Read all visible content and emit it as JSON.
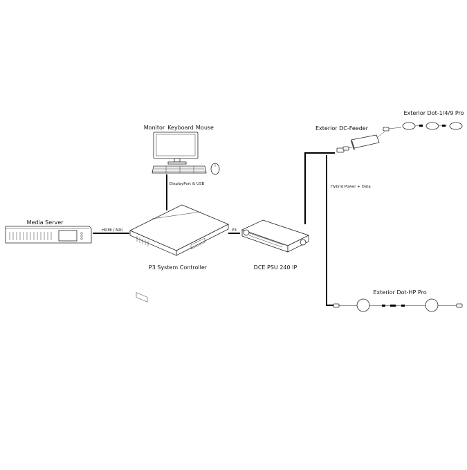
{
  "devices": {
    "monitor": "Monitor",
    "keyboard": "Keyboard",
    "mouse": "Mouse",
    "media_server": "Media Server",
    "controller": "P3 System Controller",
    "psu": "DCE PSU 240 IP",
    "dc_feeder": "Exterior DC-Feeder",
    "dot_149": "Exterior Dot-1/4/9 Pro",
    "dot_hp": "Exterior Dot-HP Pro"
  },
  "connections": {
    "dp_usb": "DisplayPort & USB",
    "hdmi_ndi": "HDMI / NDI",
    "p3": "P3",
    "hybrid": "Hybrid Power + Data"
  },
  "colors": {
    "line": "#000000",
    "outline": "#222222"
  }
}
